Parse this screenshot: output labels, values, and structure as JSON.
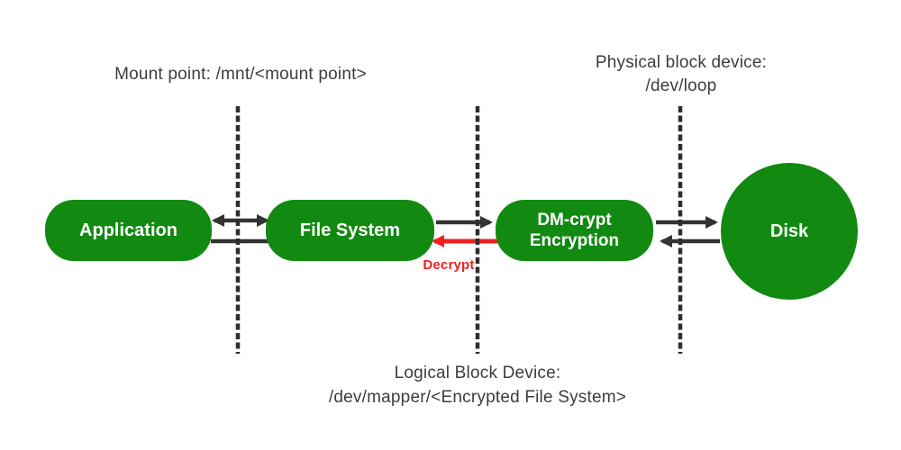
{
  "labels": {
    "mount_point": "Mount point: /mnt/<mount point>",
    "physical_1": "Physical block device:",
    "physical_2": "/dev/loop",
    "logical_1": "Logical Block Device:",
    "logical_2": "/dev/mapper/<Encrypted File System>",
    "decrypt": "Decrypt"
  },
  "nodes": {
    "application": "Application",
    "file_system": "File System",
    "dm_crypt": "DM-crypt Encryption",
    "disk": "Disk"
  },
  "colors": {
    "node_fill": "#128a12",
    "node_text": "#ffffff",
    "arrow_dark": "#333333",
    "decrypt_red": "#ee2020",
    "label_text": "#3d3d3d",
    "dashed_boundary": "#2e2e2e"
  }
}
